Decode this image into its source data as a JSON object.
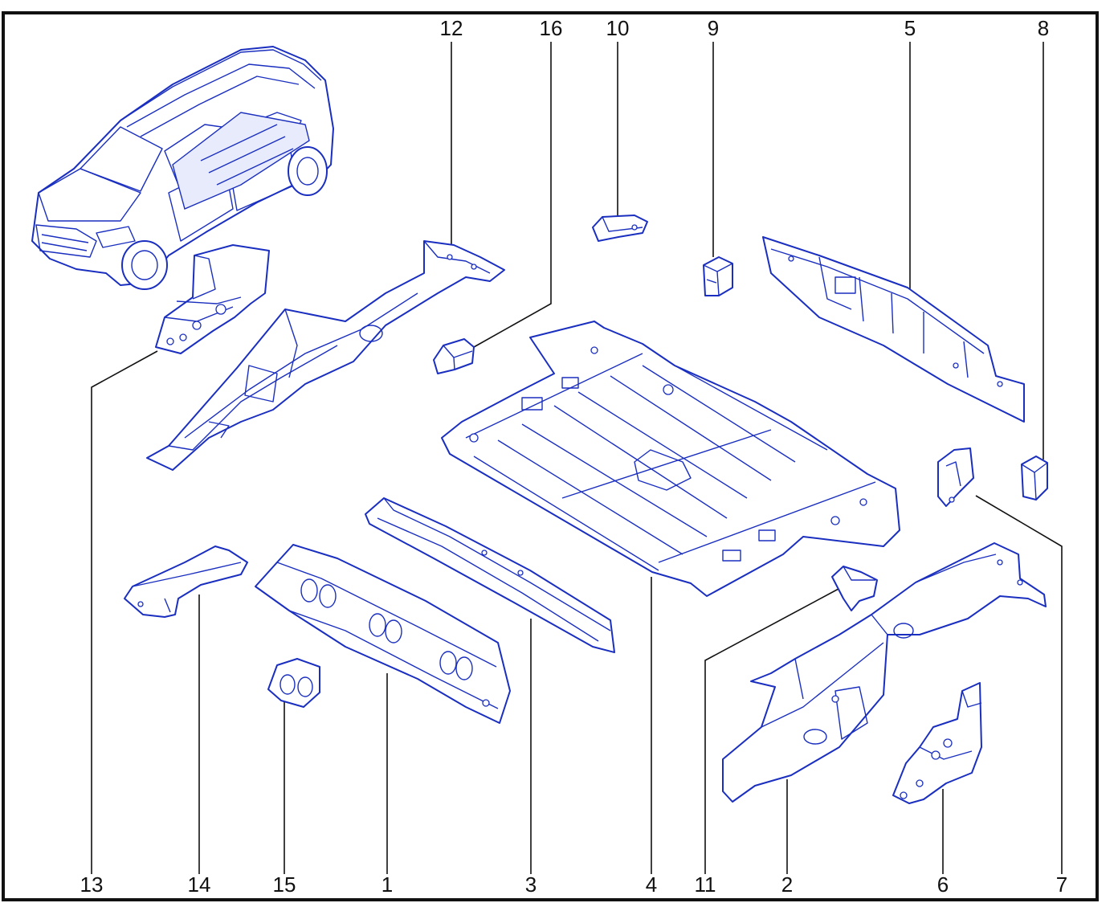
{
  "colors": {
    "line_art": "#1a2fbf",
    "callout_text": "#111111",
    "frame": "#111111",
    "background": "#ffffff"
  },
  "callouts": {
    "top": [
      "12",
      "16",
      "10",
      "9",
      "5",
      "8"
    ],
    "bottom": [
      "13",
      "14",
      "15",
      "1",
      "3",
      "4",
      "11",
      "2",
      "6",
      "7"
    ]
  }
}
